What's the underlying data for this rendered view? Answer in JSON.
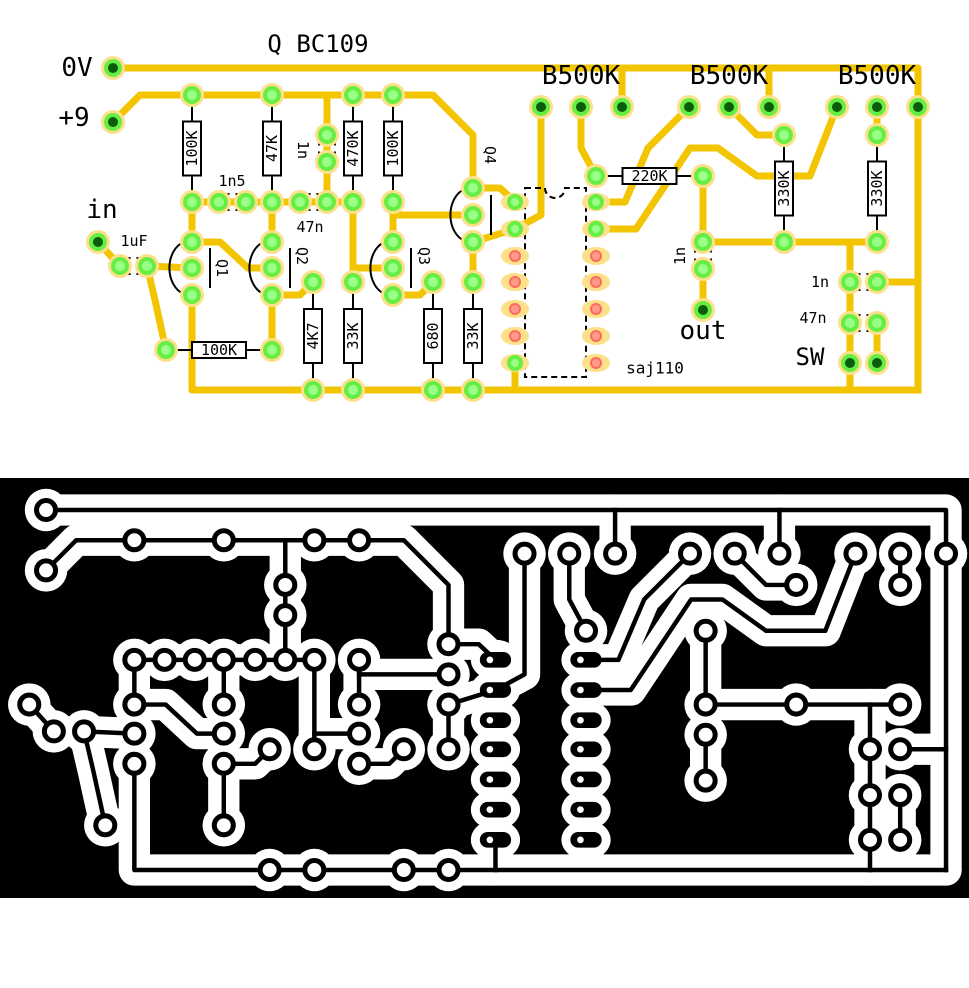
{
  "title": "Q BC109",
  "terminals": {
    "zero_v": "0V",
    "plus_9": "+9",
    "input": "in",
    "output": "out",
    "switch": "SW"
  },
  "ic": {
    "label": "saj110"
  },
  "pots": [
    "B500K",
    "B500K",
    "B500K"
  ],
  "resistors": [
    "100K",
    "47K",
    "470K",
    "100K",
    "4K7",
    "33K",
    "680",
    "33K",
    "100K",
    "220K",
    "330K",
    "330K"
  ],
  "capacitors": [
    "1n5",
    "47n",
    "1n",
    "1uF",
    "1n",
    "1n",
    "47n"
  ],
  "transistors": [
    "Q1",
    "Q2",
    "Q3",
    "Q4"
  ],
  "colors": {
    "trace": "#f2c500",
    "pad_ring": "#fde08a",
    "pad": "#66ee44",
    "pad_center": "#99ff88",
    "terminal_center": "#0b5c0b",
    "ic_pad": "#ff6b5b",
    "mask_bg": "#000000",
    "mask_iso": "#ffffff"
  }
}
